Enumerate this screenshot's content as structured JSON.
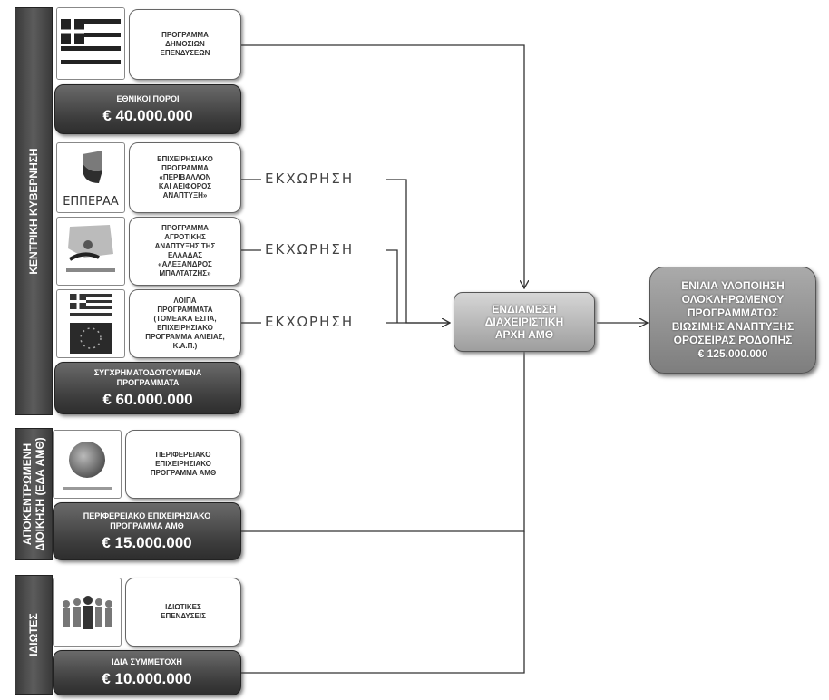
{
  "groups": {
    "central": "ΚΕΝΤΡΙΚΗ ΚΥΒΕΡΝΗΣΗ",
    "decentral_line1": "ΑΠΟΚΕΝΤΡΩΜΕΝΗ",
    "decentral_line2": "ΔΙΟΙΚΗΣΗ (ΕΔΑ ΑΜΘ)",
    "private": "ΙΔΙΩΤΕΣ"
  },
  "programs": {
    "public_investment": "ΠΡΟΓΡΑΜΜΑ\nΔΗΜΟΣΙΩΝ\nΕΠΕΝΔΥΣΕΩΝ",
    "environment": "ΕΠΙΧΕΙΡΗΣΙΑΚΟ\nΠΡΟΓΡΑΜΜΑ\n«ΠΕΡΙΒΑΛΛΟΝ\nΚΑΙ ΑΕΙΦΟΡΟΣ\nΑΝΑΠΤΥΞΗ»",
    "agricultural": "ΠΡΟΓΡΑΜΜΑ\nΑΓΡΟΤΙΚΗΣ\nΑΝΑΠΤΥΞΗΣ ΤΗΣ\nΕΛΛΑΔΑΣ\n«ΑΛΕΞΑΝΔΡΟΣ\nΜΠΑΛΤΑΤΖΗΣ»",
    "other": "ΛΟΙΠΑ\nΠΡΟΓΡΑΜΜΑΤΑ\n(ΤΟΜΕΑΚΑ ΕΣΠΑ,\nΕΠΙΧΕΙΡΗΣΙΑΚΟ\nΠΡΟΓΡΑΜΜΑ ΑΛΙΕΙΑΣ,\nΚ.Α.Π.)",
    "regional": "ΠΕΡΙΦΕΡΕΙΑΚΟ\nΕΠΙΧΕΙΡΗΣΙΑΚΟ\nΠΡΟΓΡΑΜΜΑ ΑΜΘ",
    "private_inv": "ΙΔΙΩΤΙΚΕΣ\nΕΠΕΝΔΥΣΕΙΣ"
  },
  "logos": {
    "epperaa": "ΕΠΠΕΡΑΑ"
  },
  "funds": {
    "national": {
      "label": "ΕΘΝΙΚΟΙ ΠΟΡΟΙ",
      "amount": "€ 40.000.000"
    },
    "cofunded": {
      "label": "ΣΥΓΧΡΗΜΑΤΟΔΟΤΟΥΜΕΝΑ\nΠΡΟΓΡΑΜΜΑΤΑ",
      "amount": "€ 60.000.000"
    },
    "regional": {
      "label": "ΠΕΡΙΦΕΡΕΙΑΚΟ ΕΠΙΧΕΙΡΗΣΙΑΚΟ\nΠΡΟΓΡΑΜΜΑ ΑΜΘ",
      "amount": "€ 15.000.000"
    },
    "own": {
      "label": "ΙΔΙΑ ΣΥΜΜΕΤΟΧΗ",
      "amount": "€ 10.000.000"
    }
  },
  "assignment_label": "ΕΚΧΩΡΗΣΗ",
  "hub": "ΕΝΔΙΑΜΕΣΗ\nΔΙΑΧΕΙΡΙΣΤΙΚΗ\nΑΡΧΗ ΑΜΘ",
  "final": "ΕΝΙΑΙΑ ΥΛΟΠΟΙΗΣΗ\nΟΛΟΚΛΗΡΩΜΕΝΟΥ\nΠΡΟΓΡΑΜΜΑΤΟΣ\nΒΙΩΣΙΜΗΣ ΑΝΑΠΤΥΞΗΣ\nΟΡΟΣΕΙΡΑΣ ΡΟΔΟΠΗΣ\n€ 125.000.000",
  "colors": {
    "dark_box": "#3c3c3c",
    "hub": "#b0b0b0",
    "final": "#8e8e8e",
    "connector": "#333333"
  }
}
